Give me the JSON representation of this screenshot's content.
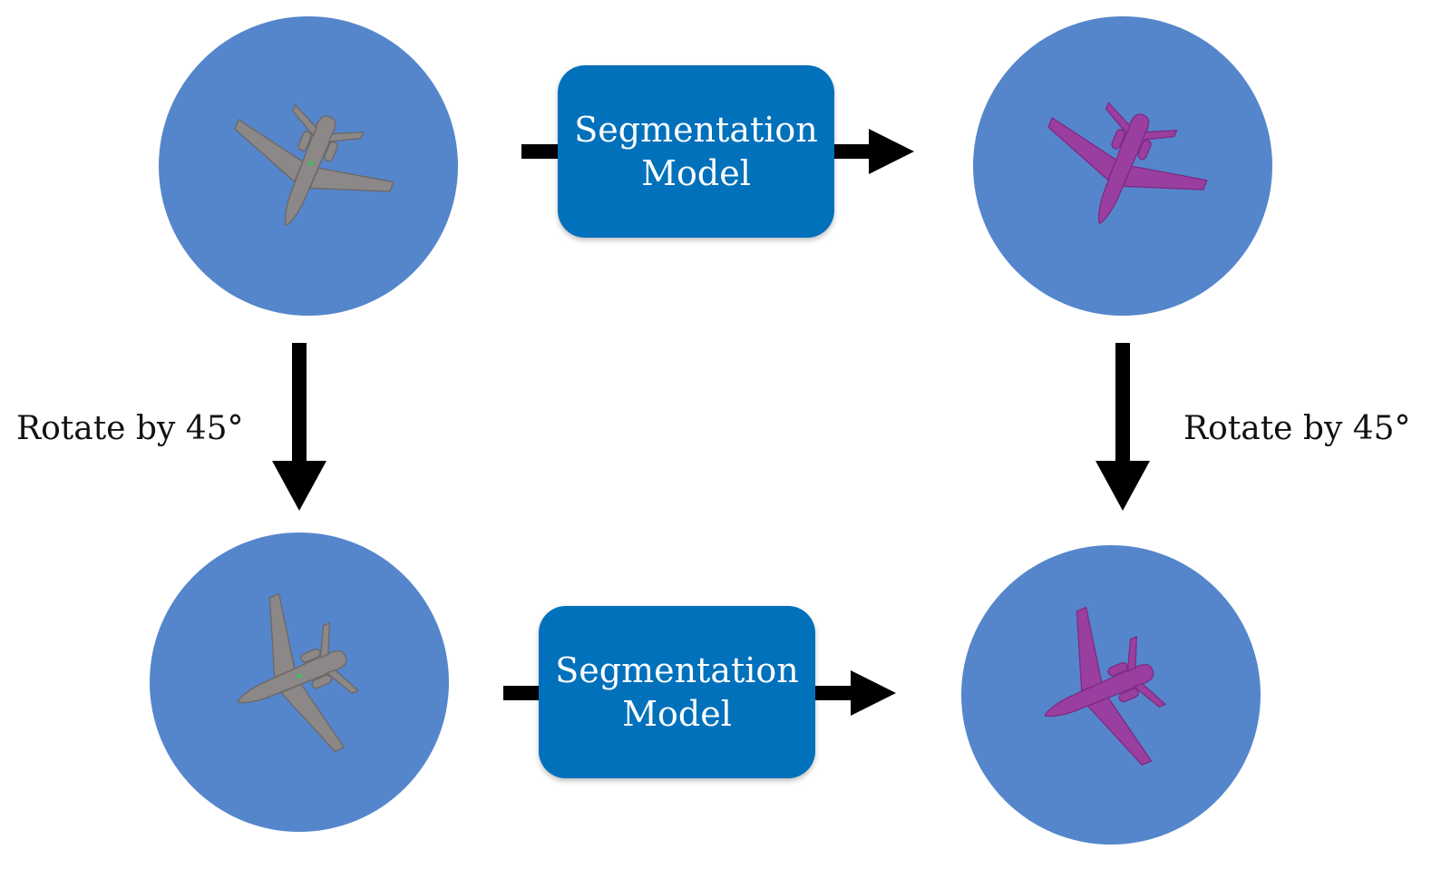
{
  "nodes": {
    "top_box": {
      "line1": "Segmentation",
      "line2": "Model"
    },
    "bottom_box": {
      "line1": "Segmentation",
      "line2": "Model"
    }
  },
  "labels": {
    "left_rotate": "Rotate by 45°",
    "right_rotate": "Rotate by 45°"
  },
  "colors": {
    "sky": "#5586cb",
    "box": "#0271bb",
    "plane": "#8d8888",
    "segmentation": "#9a3fa0",
    "arrow": "#000000"
  },
  "icons": {
    "input": "airplane-icon",
    "mask": "segmented-airplane-icon"
  }
}
